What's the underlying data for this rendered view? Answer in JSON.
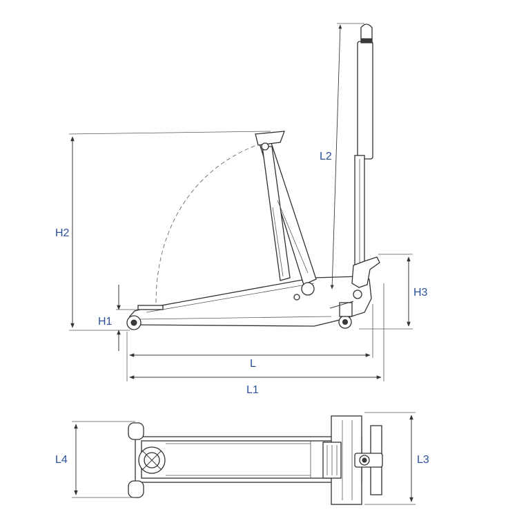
{
  "colors": {
    "label": "#2a4f9a",
    "line": "#3a3a3a",
    "background": "#ffffff"
  },
  "labels": {
    "h1": "H1",
    "h2": "H2",
    "h3": "H3",
    "l": "L",
    "l1": "L1",
    "l2": "L2",
    "l3": "L3",
    "l4": "L4"
  }
}
